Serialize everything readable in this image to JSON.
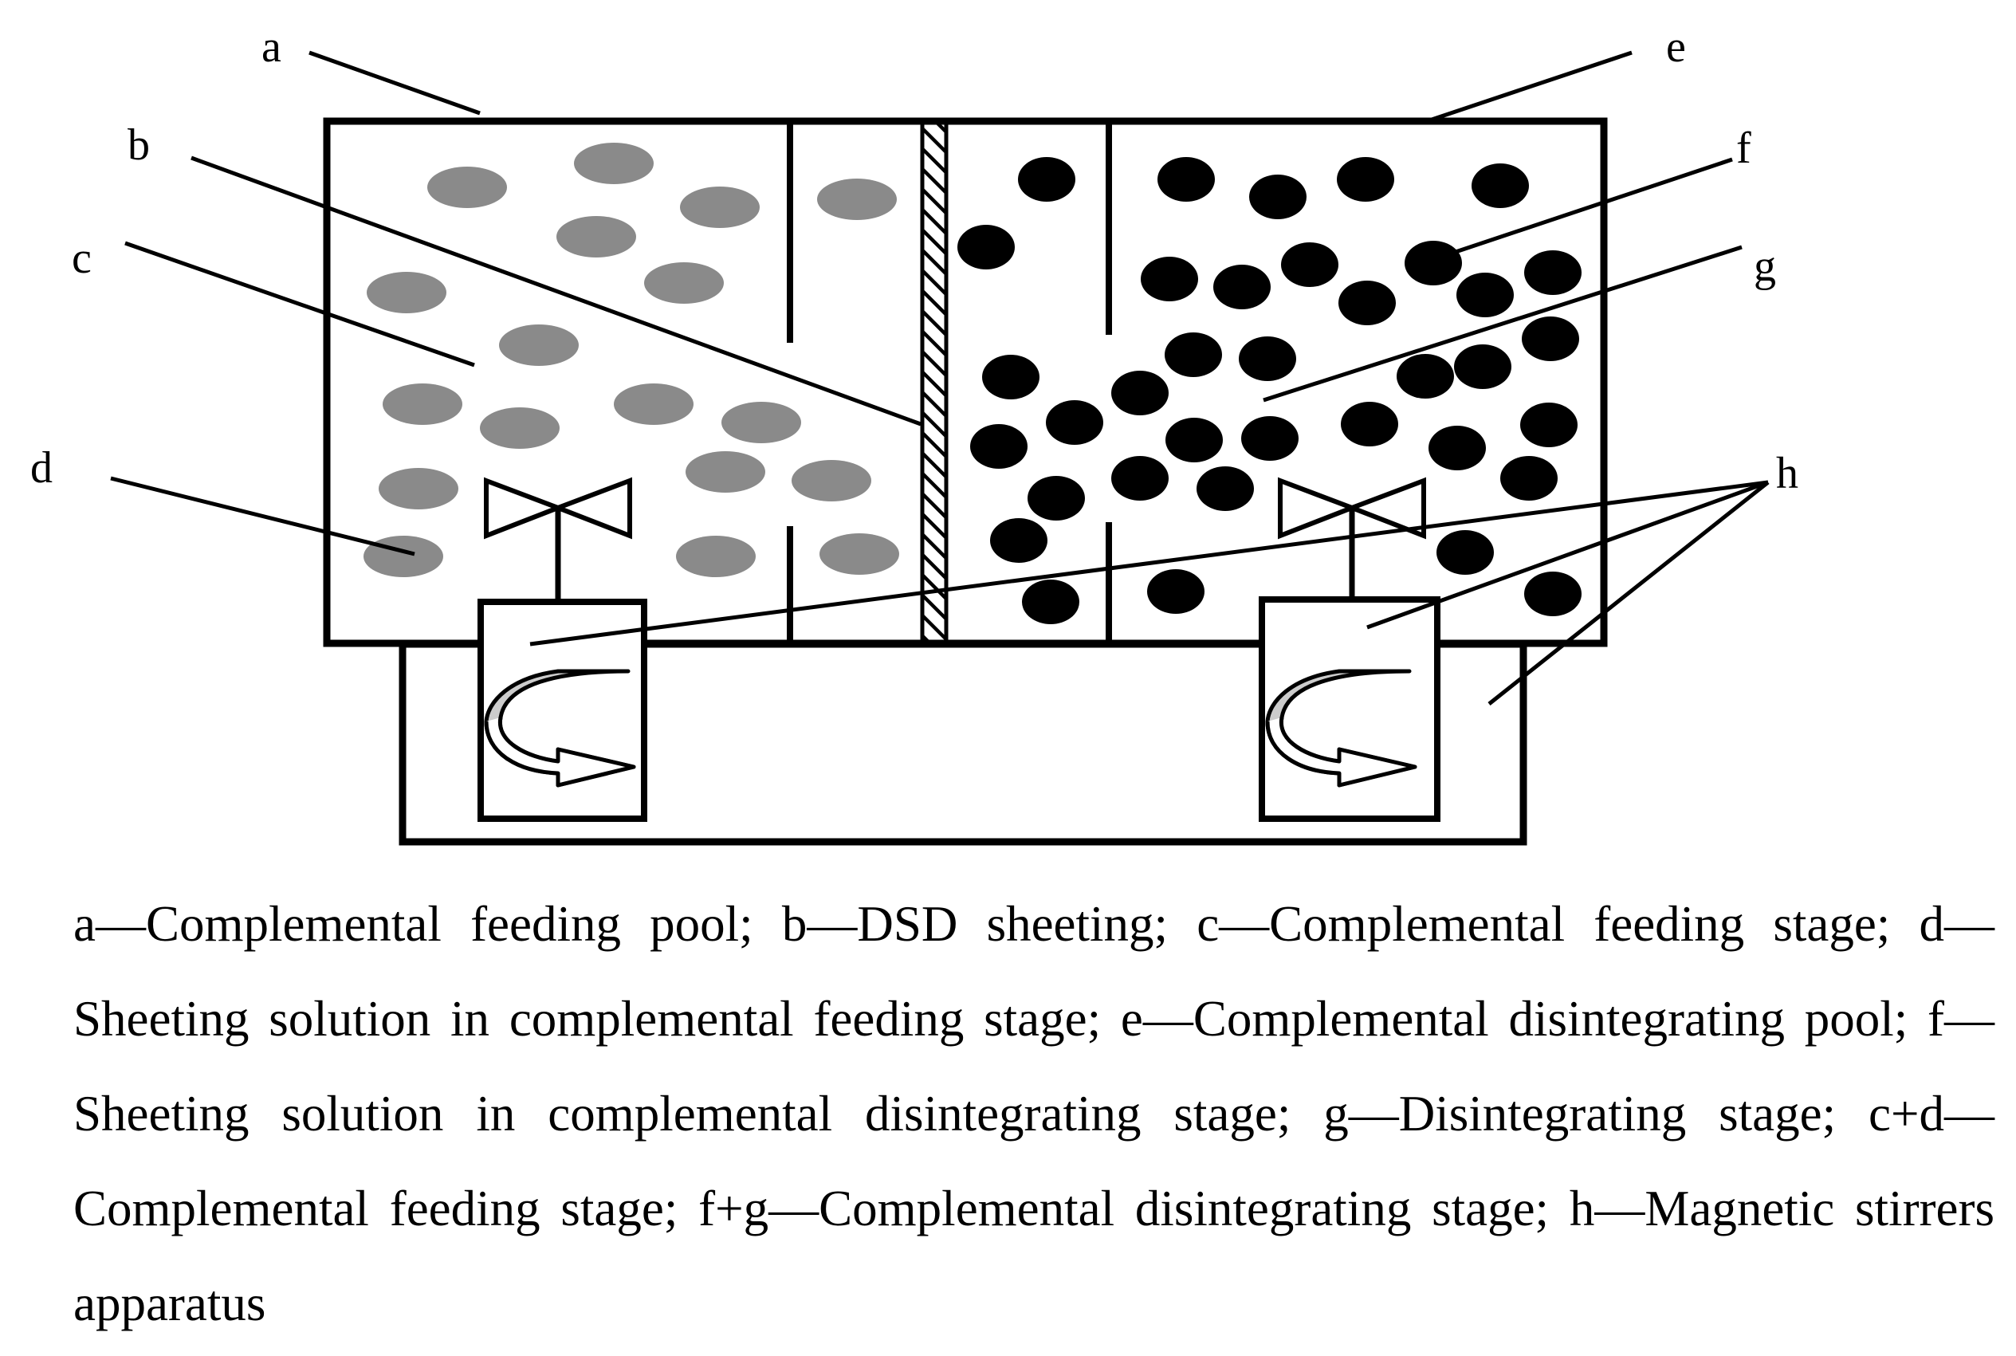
{
  "labels": {
    "a": "a",
    "b": "b",
    "c": "c",
    "d": "d",
    "e": "e",
    "f": "f",
    "g": "g",
    "h": "h"
  },
  "caption": "a—Complemental feeding pool; b—DSD sheeting; c—Complemental feeding stage; d—Sheeting solution in complemental feeding stage; e—Complemental disintegrating pool; f—Sheeting solution in complemental disintegrating stage; g—Disintegrating stage; c+d—Complemental feeding stage; f+g—Complemental disintegrating stage; h—Magnetic stirrers apparatus",
  "colors": {
    "feeding_particles": "#8a8a8a",
    "disintegrating_particles": "#000000",
    "stirrer_arc": "#cccccc"
  }
}
